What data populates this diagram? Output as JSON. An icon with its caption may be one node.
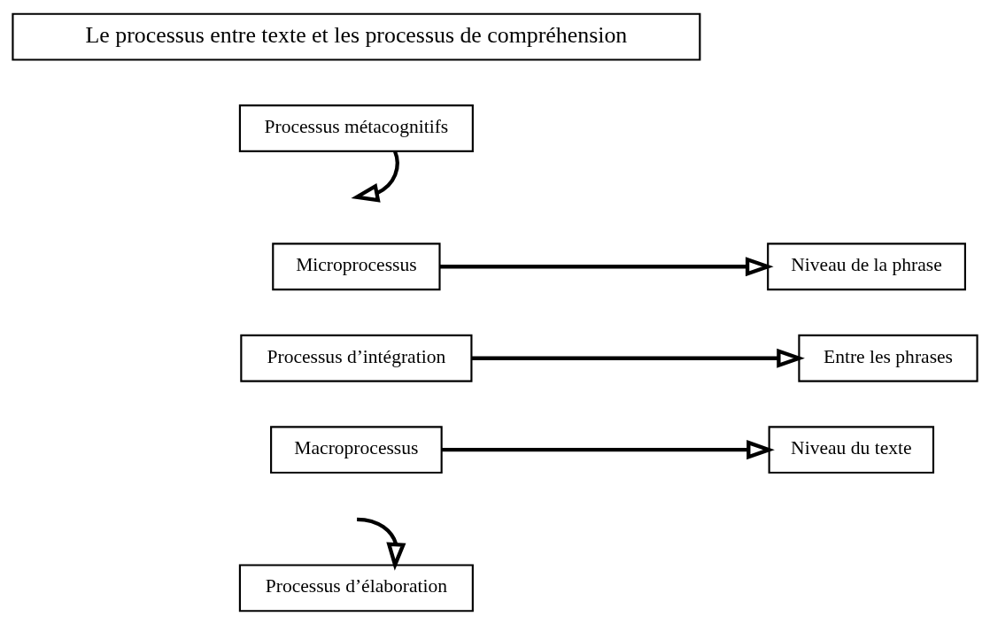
{
  "diagram": {
    "nodes": [
      {
        "text": [
          "Le processus entre texte et les processus de compréhension"
        ]
      },
      {
        "text": [
          "Processus métacognitifs"
        ]
      },
      {
        "text": [
          "Microprocessus"
        ]
      },
      {
        "text": [
          "Niveau de la phrase"
        ]
      },
      {
        "text": [
          "Processus d’intégration"
        ]
      },
      {
        "text": [
          "Entre les phrases"
        ]
      },
      {
        "text": [
          "Macroprocessus"
        ]
      },
      {
        "text": [
          "Niveau du texte"
        ]
      },
      {
        "text": [
          "Processus d’élaboration"
        ]
      }
    ],
    "edges": [
      {
        "from": 1,
        "to": null,
        "arrow": "to"
      },
      {
        "from": 2,
        "to": 3,
        "arrow": "to"
      },
      {
        "from": 4,
        "to": 5,
        "arrow": "to"
      },
      {
        "from": 6,
        "to": 7,
        "arrow": "to"
      },
      {
        "from": null,
        "to": 8,
        "arrow": "to"
      }
    ]
  }
}
